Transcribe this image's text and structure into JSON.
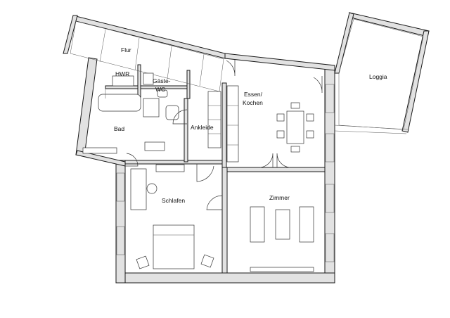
{
  "rooms": {
    "flur": "Flur",
    "hwr": "HWR",
    "gaeste_wc_line1": "Gäste-",
    "gaeste_wc_line2": "WC",
    "bad": "Bad",
    "ankleide": "Ankleide",
    "essen_kochen_line1": "Essen/",
    "essen_kochen_line2": "Kochen",
    "loggia": "Loggia",
    "schlafen": "Schlafen",
    "zimmer": "Zimmer"
  },
  "colors": {
    "wall_fill": "#e2e2e2",
    "line": "#1a1a1a",
    "background": "#ffffff"
  }
}
